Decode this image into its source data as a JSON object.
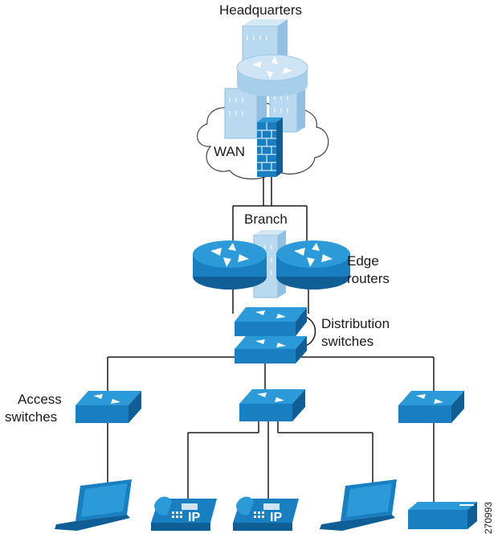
{
  "labels": {
    "headquarters": "Headquarters",
    "wan": "WAN",
    "branch": "Branch",
    "edge_routers_1": "Edge",
    "edge_routers_2": "routers",
    "distribution_1": "Distribution",
    "distribution_2": "switches",
    "access_1": "Access",
    "access_2": "switches",
    "figure_id": "270993",
    "ip_phone_badge": "IP"
  },
  "colors": {
    "device_blue": "#1a7fc1",
    "device_top": "#2b9ad6",
    "device_dark": "#0f5f96",
    "building": "#b9d9f0",
    "cloud_fill": "#ffffff",
    "cloud_stroke": "#444444",
    "wire": "#1a1a1a"
  }
}
